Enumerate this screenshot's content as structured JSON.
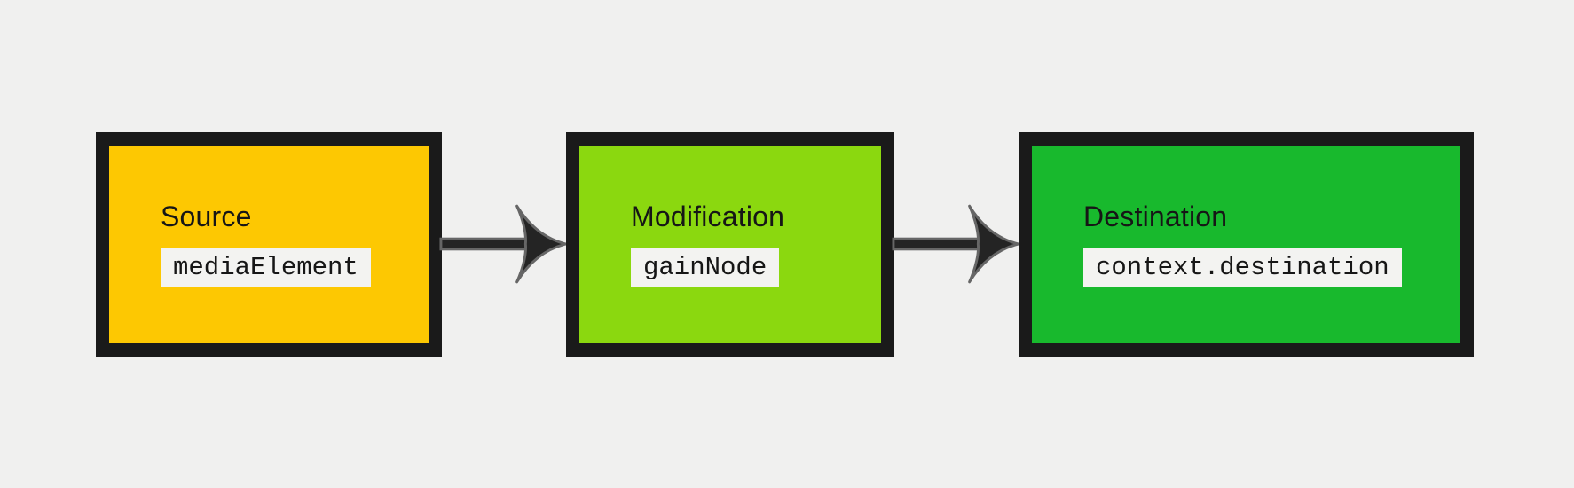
{
  "diagram": {
    "background": "#F0F0EF",
    "node_border_color": "#1A1A1A",
    "text_color": "#161616",
    "chip_background": "#F3F3F1",
    "arrow_fill": "#242424",
    "arrow_outline": "#666666",
    "nodes": [
      {
        "title": "Source",
        "code": "mediaElement",
        "fill": "#FDC802"
      },
      {
        "title": "Modification",
        "code": "gainNode",
        "fill": "#8BD80F"
      },
      {
        "title": "Destination",
        "code": "context.destination",
        "fill": "#18B92D"
      }
    ],
    "arrows": [
      {
        "name": "source-to-modification"
      },
      {
        "name": "modification-to-destination"
      }
    ]
  }
}
